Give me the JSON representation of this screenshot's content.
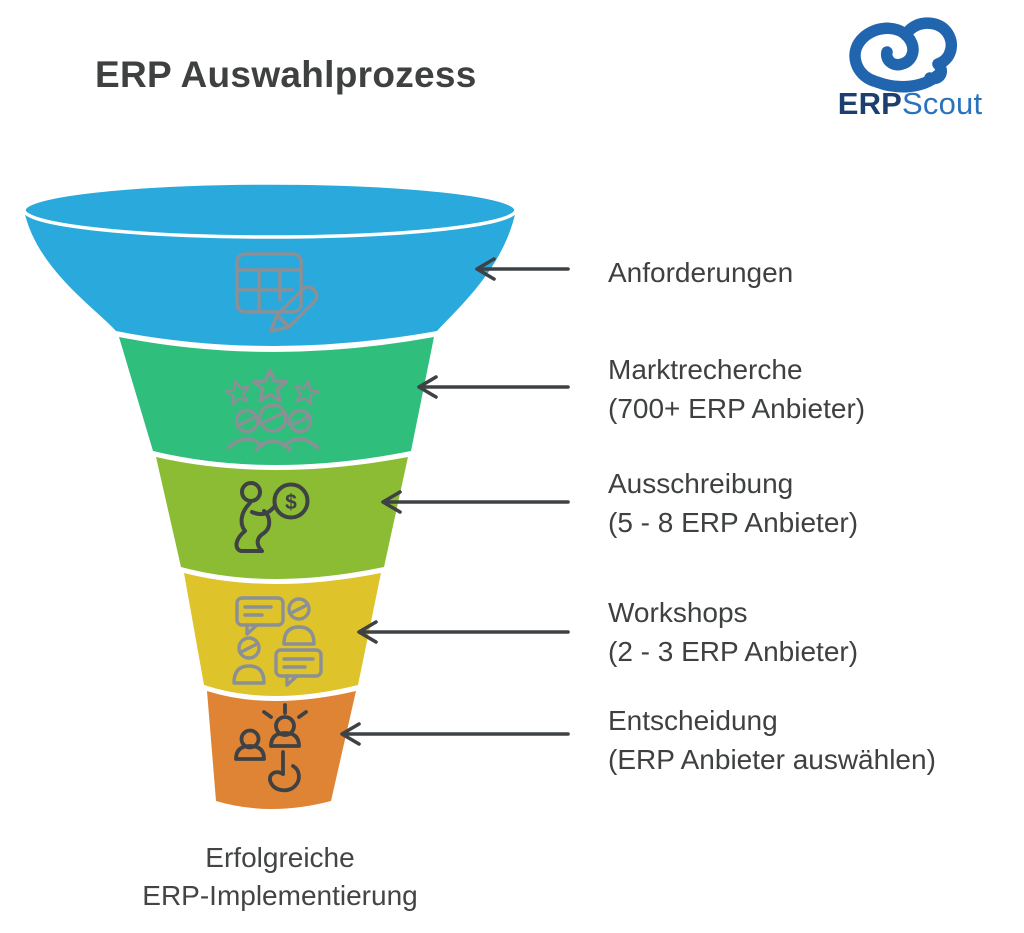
{
  "title": "ERP Auswahlprozess",
  "logo": {
    "icon": "cloud-swirl-icon",
    "brand_bold": "ERP",
    "brand_light": "Scout"
  },
  "funnel": {
    "stages": [
      {
        "label": "Anforderungen",
        "sublabel": "",
        "color": "#29A9DC",
        "icon": "table-edit-icon"
      },
      {
        "label": "Marktrecherche",
        "sublabel": "(700+ ERP Anbieter)",
        "color": "#30BE7C",
        "icon": "rating-team-icon"
      },
      {
        "label": "Ausschreibung",
        "sublabel": "(5 - 8 ERP Anbieter)",
        "color": "#8CBC34",
        "icon": "negotiation-money-icon",
        "coin_symbol": "$"
      },
      {
        "label": "Workshops",
        "sublabel": "(2 - 3 ERP Anbieter)",
        "color": "#DFC32B",
        "icon": "discussion-icon"
      },
      {
        "label": "Entscheidung",
        "sublabel": "(ERP Anbieter auswählen)",
        "color": "#DE8434",
        "icon": "selection-icon"
      }
    ],
    "caption_line1": "Erfolgreiche",
    "caption_line2": "ERP-Implementierung"
  },
  "colors": {
    "background": "#FFFFFF",
    "text": "#3F4141",
    "arrow": "#3F4245",
    "icon_gray": "#8A9095",
    "icon_dark": "#3F4245",
    "cloud_blue": "#2065AE",
    "logo_navy": "#1C3F6E",
    "logo_blue": "#2B72BE"
  }
}
